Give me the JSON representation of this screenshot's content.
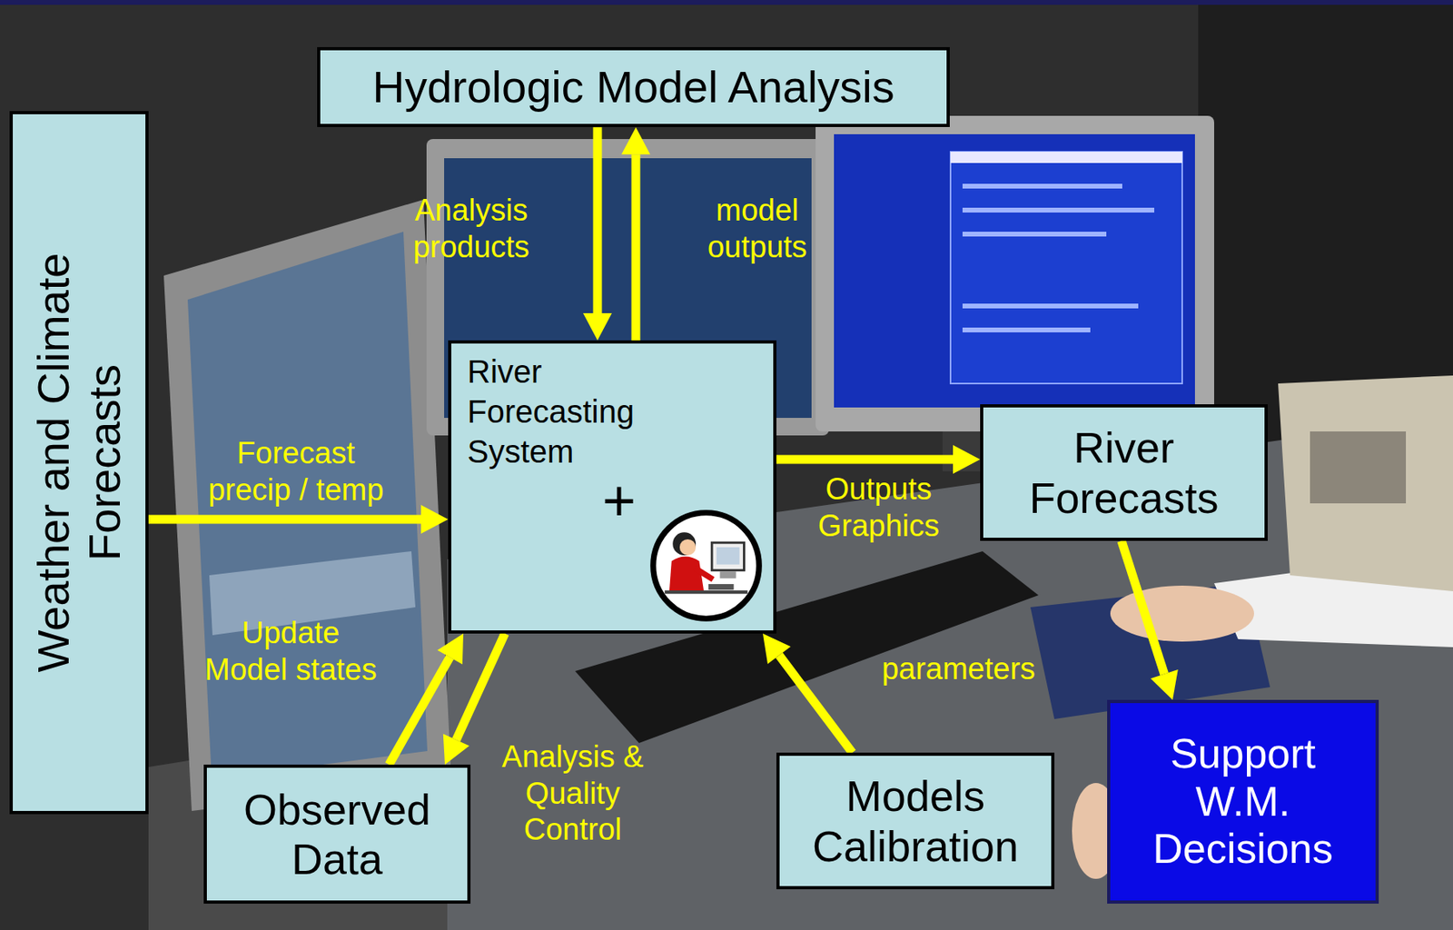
{
  "diagram": {
    "nodes": [
      {
        "text": [
          "Hydrologic Model Analysis"
        ]
      },
      {
        "text": [
          "Weather and Climate Forecasts"
        ]
      },
      {
        "text": [
          "River Forecasting System",
          "+"
        ]
      },
      {
        "text": [
          "River Forecasts"
        ]
      },
      {
        "text": [
          "Observed Data"
        ]
      },
      {
        "text": [
          "Models Calibration"
        ]
      },
      {
        "text": [
          "Support W.M. Decisions"
        ]
      }
    ],
    "edges": [
      {
        "from": 0,
        "to": 2,
        "label": "Analysis products",
        "arrow": "to"
      },
      {
        "from": 2,
        "to": 0,
        "label": "model outputs",
        "arrow": "to"
      },
      {
        "from": 1,
        "to": 2,
        "label": "Forecast precip / temp",
        "arrow": "to"
      },
      {
        "from": 2,
        "to": 3,
        "label": "Outputs Graphics",
        "arrow": "to"
      },
      {
        "from": 4,
        "to": 2,
        "label": "Update Model states",
        "arrow": "to"
      },
      {
        "from": 2,
        "to": 4,
        "label": "Analysis & Quality Control",
        "arrow": "to"
      },
      {
        "from": 5,
        "to": 2,
        "label": "parameters",
        "arrow": "to"
      },
      {
        "from": 3,
        "to": 6,
        "arrow": "to"
      }
    ]
  }
}
